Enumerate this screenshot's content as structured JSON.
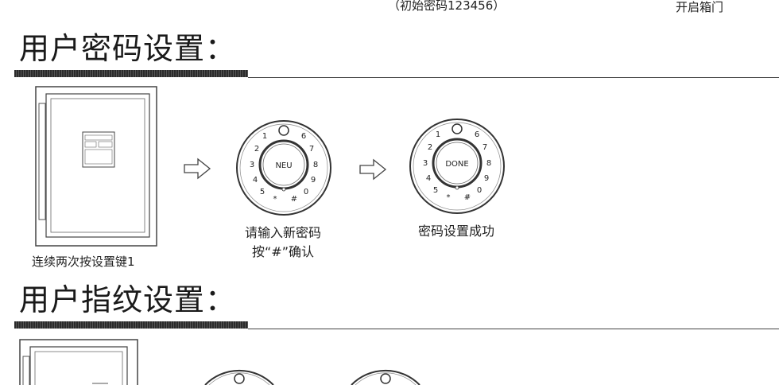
{
  "header": {
    "initial_password_note": "（初始密码123456）",
    "open_box_note": "开启箱门"
  },
  "sections": {
    "password": {
      "title": "用户密码设置：",
      "step1_caption": "连续两次按设置键1",
      "step2_caption_line1": "请输入新密码",
      "step2_caption_line2": "按“#”确认",
      "step3_caption": "密码设置成功"
    },
    "fingerprint": {
      "title": "用户指纹设置："
    }
  },
  "keypad": {
    "digits": [
      "1",
      "2",
      "3",
      "4",
      "5",
      "6",
      "7",
      "8",
      "9",
      "0",
      "*",
      "#"
    ],
    "step2_display": "NEU",
    "step3_display": "DONE"
  }
}
